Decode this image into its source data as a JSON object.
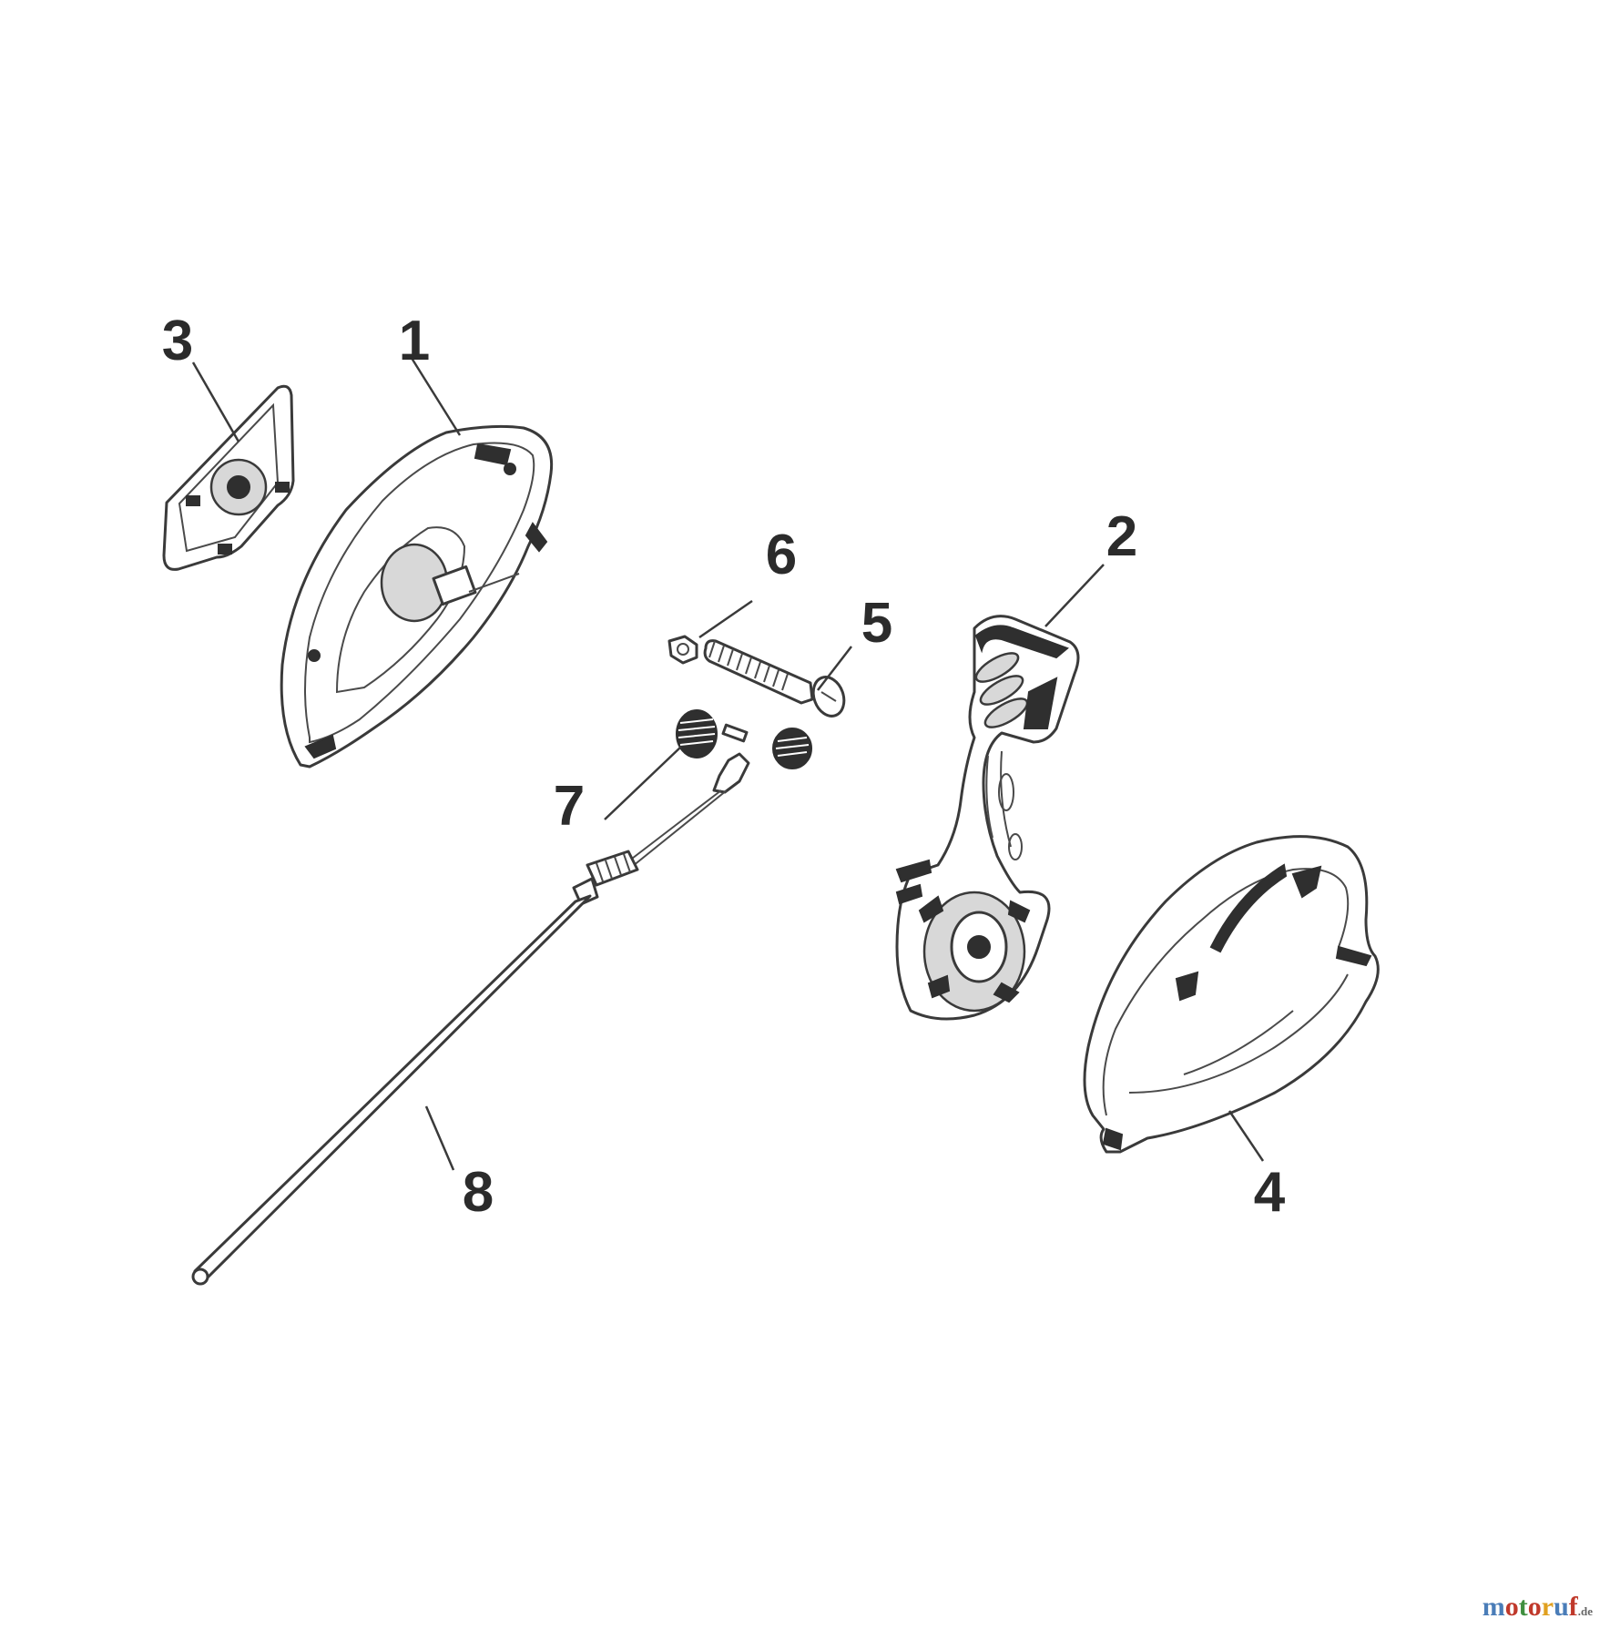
{
  "diagram": {
    "labels": {
      "p1": "1",
      "p2": "2",
      "p3": "3",
      "p4": "4",
      "p5": "5",
      "p6": "6",
      "p7": "7",
      "p8": "8"
    }
  },
  "watermark": {
    "text": "motoruf",
    "suffix": ".de",
    "letter_colors": [
      "#4a7db8",
      "#c0392b",
      "#3f8f3f",
      "#c0392b",
      "#e0a020",
      "#4a7db8",
      "#c0392b"
    ]
  }
}
